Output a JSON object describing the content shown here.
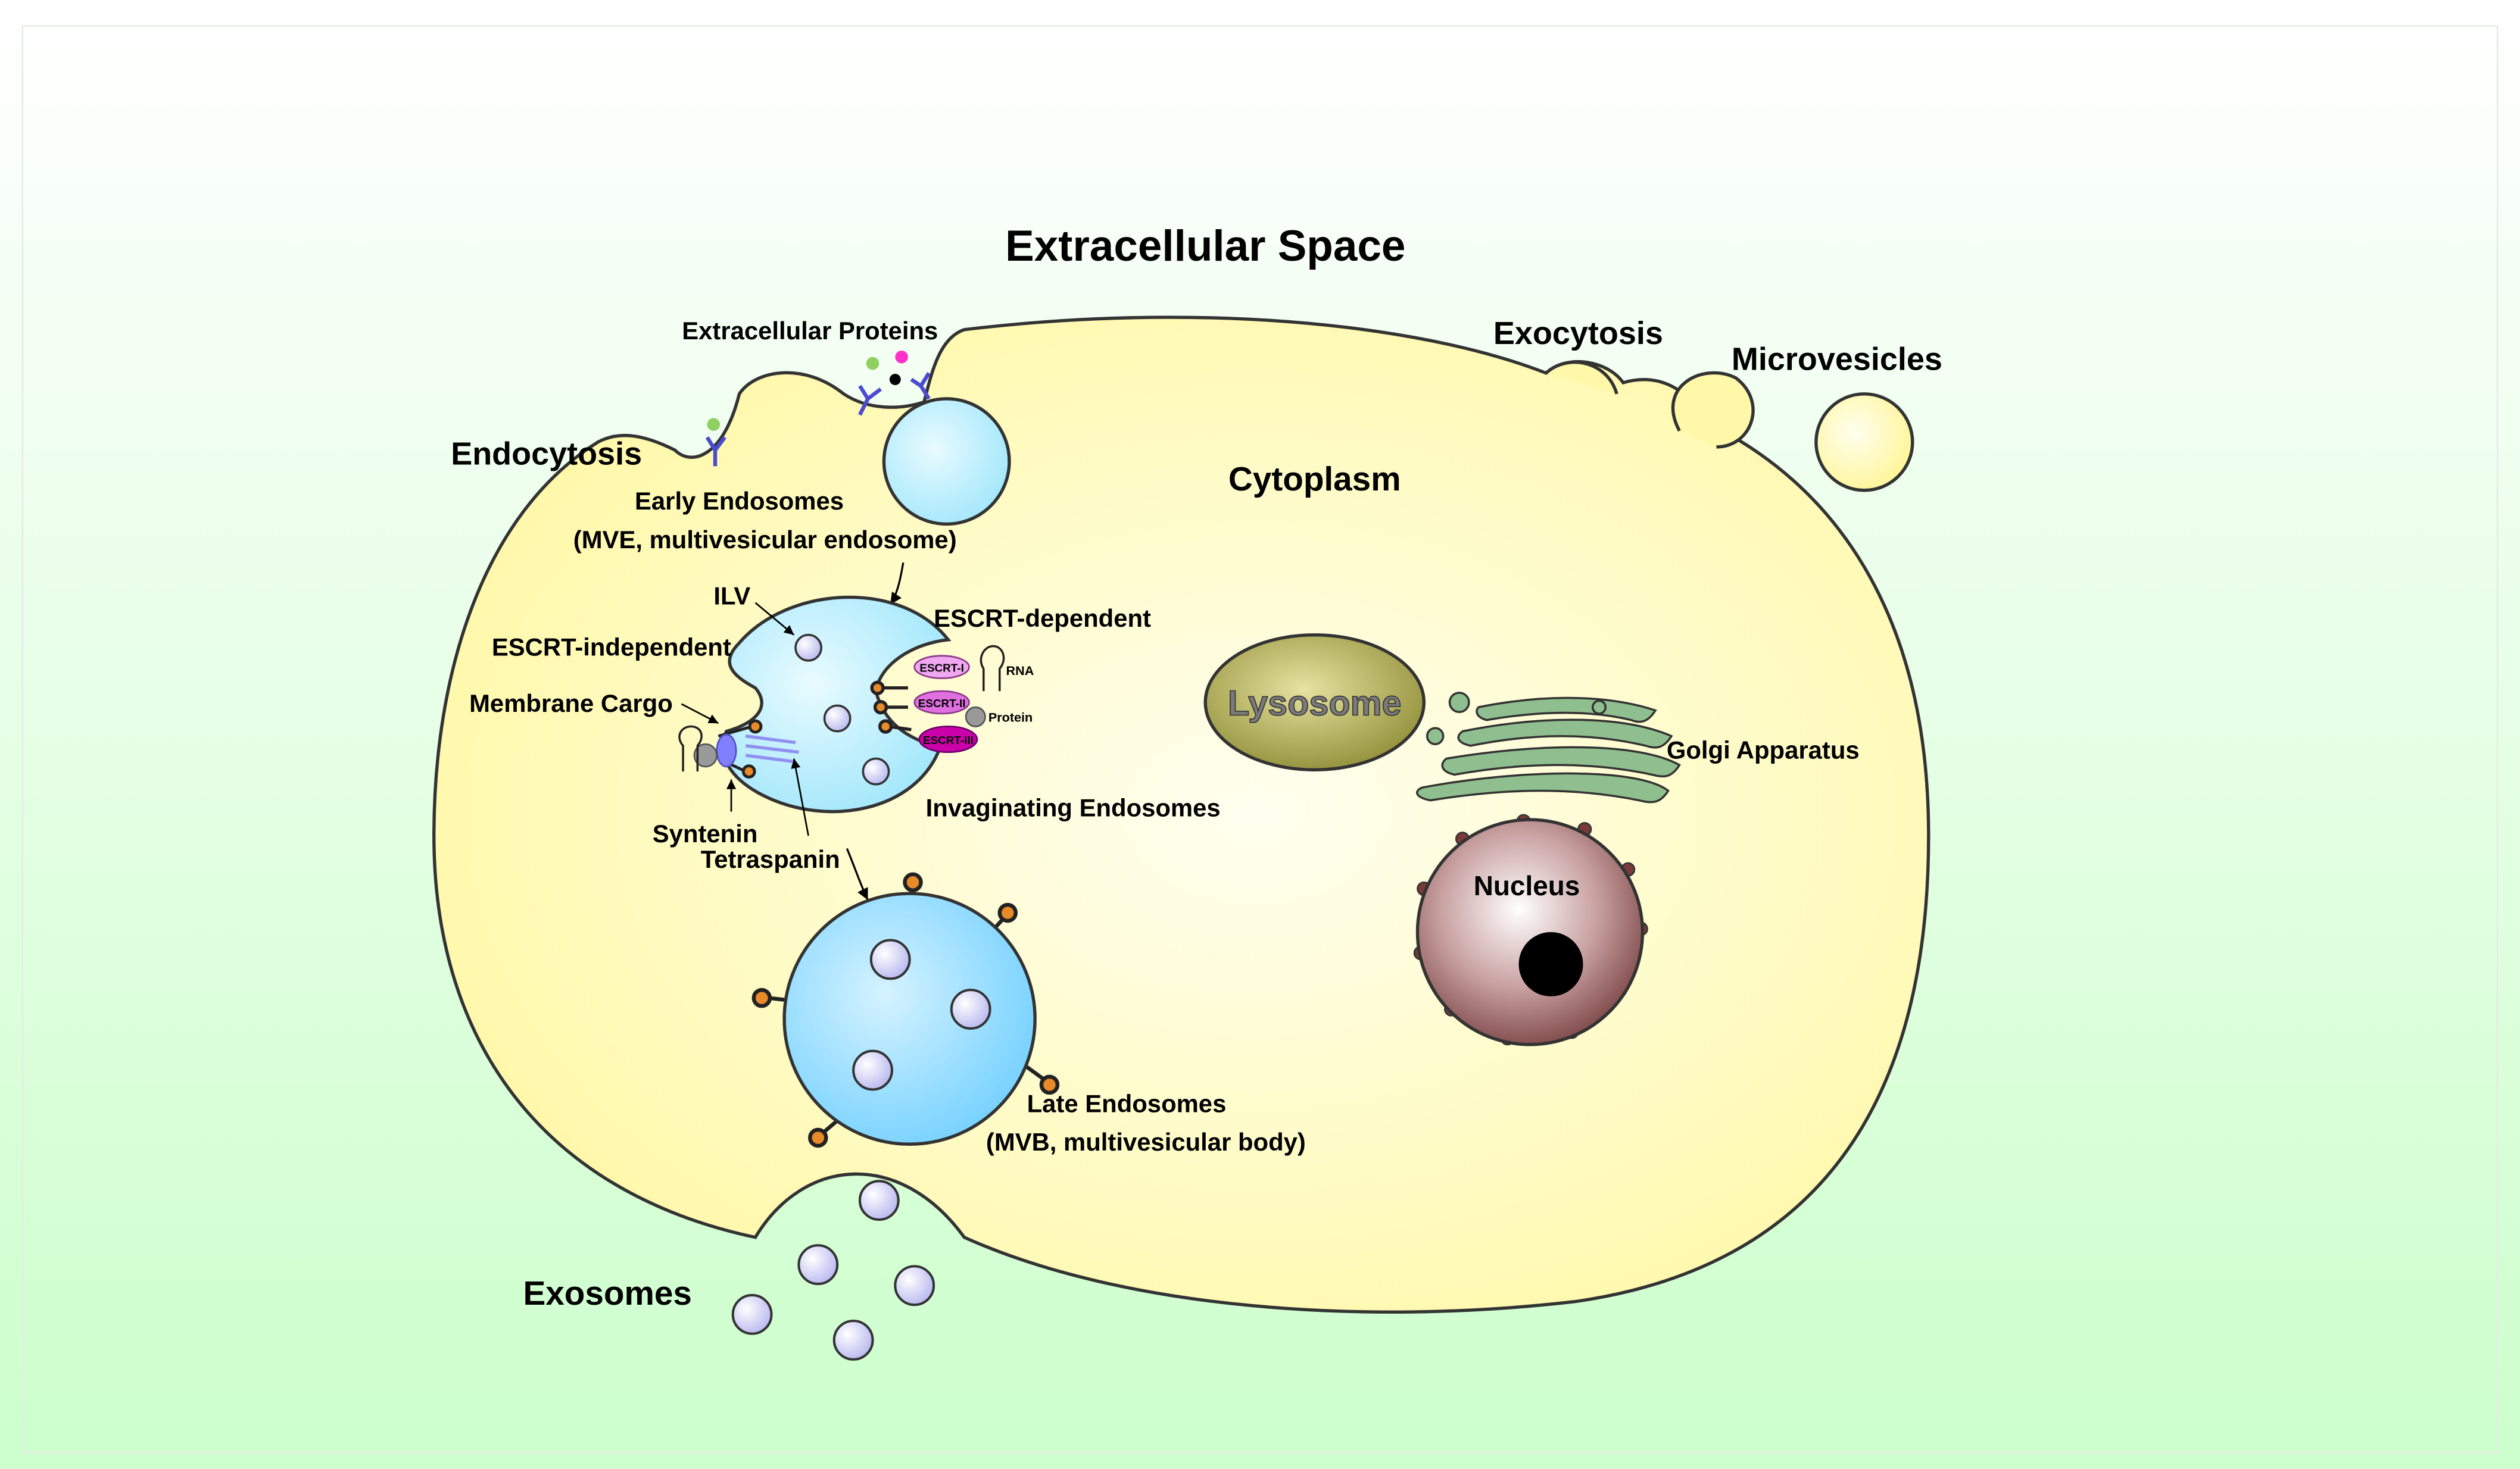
{
  "labels": {
    "extracellular_space": "Extracellular Space",
    "extracellular_proteins": "Extracellular Proteins",
    "endocytosis": "Endocytosis",
    "exocytosis": "Exocytosis",
    "microvesicles": "Microvesicles",
    "cytoplasm": "Cytoplasm",
    "early_endosomes_1": "Early Endosomes",
    "early_endosomes_2": "(MVE, multivesicular endosome)",
    "ilv": "ILV",
    "escrt_independent": "ESCRT-independent",
    "escrt_dependent": "ESCRT-dependent",
    "membrane_cargo": "Membrane Cargo",
    "syntenin": "Syntenin",
    "tetraspanin": "Tetraspanin",
    "invaginating_endosomes": "Invaginating Endosomes",
    "escrt_i": "ESCRT-I",
    "escrt_ii": "ESCRT-II",
    "escrt_iii": "ESCRT-III",
    "rna": "RNA",
    "protein": "Protein",
    "lysosome": "Lysosome",
    "golgi": "Golgi Apparatus",
    "nucleus": "Nucleus",
    "late_endosomes_1": "Late Endosomes",
    "late_endosomes_2": "(MVB, multivesicular body)",
    "exosomes": "Exosomes"
  },
  "colors": {
    "background_top": "#ffffff",
    "background_bottom": "#ccffcc",
    "cytoplasm": "#ffffb0",
    "endosome": "#bff0ff",
    "late_endosome": "#88dcff",
    "vesicle": "#d8d8ff",
    "lysosome": "#b8b050",
    "golgi": "#8fbf8f",
    "nucleus": "#8b5a5a",
    "stalk": "#e88a2a",
    "receptor": "#4b4bd0",
    "escrt_i": "#f0a8f0",
    "escrt_ii": "#e060e0",
    "escrt_iii": "#cc00aa"
  }
}
